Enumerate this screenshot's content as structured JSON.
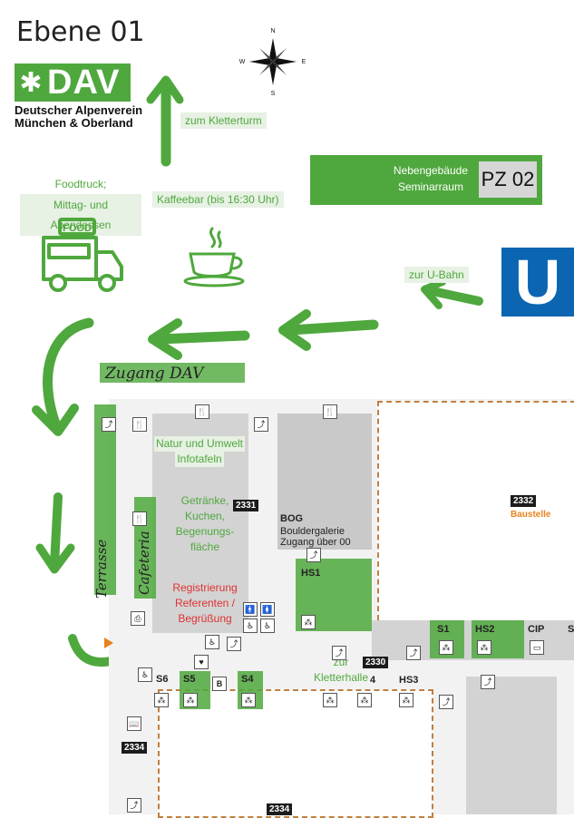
{
  "title": "Ebene 01",
  "dav": {
    "logo_mark": "✱",
    "logo_word": "DAV",
    "line1": "Deutscher Alpenverein",
    "line2": "München & Oberland"
  },
  "compass": {
    "n": "N",
    "s": "S",
    "e": "E",
    "w": "W"
  },
  "labels": {
    "kletterturm": "zum Kletterturm",
    "foodtruck_line1": "Foodtruck;",
    "foodtruck_line2": "Mittag- und Abendessen",
    "kaffeebar": "Kaffeebar (bis 16:30 Uhr)",
    "food_sign": "FOOD",
    "ubahn_label": "zur U-Bahn",
    "ubahn_sign": "U",
    "pz_line1": "Nebengebäude",
    "pz_line2": "Seminarraum",
    "pz_code": "PZ 02"
  },
  "handwritten": {
    "zugang": "Zugang DAV",
    "terrasse": "Terrasse",
    "cafeteria": "Cafeteria"
  },
  "areas": {
    "natur1": "Natur und Umwelt",
    "natur2": "Infotafeln",
    "getraenke1": "Getränke,",
    "getraenke2": "Kuchen,",
    "getraenke3": "Begenungs-",
    "getraenke4": "fläche",
    "reg1": "Registrierung",
    "reg2": "Referenten /",
    "reg3": "Begrüßung",
    "zur1": "zur",
    "zur2": "Kletterhalle"
  },
  "rooms": {
    "r2331": "2331",
    "r2332": "2332",
    "baustelle": "Baustelle",
    "bog": "BOG",
    "bog_sub1": "Bouldergalerie",
    "bog_sub2": "Zugang über 00",
    "hs1": "HS1",
    "r2330": "2330",
    "s1": "S1",
    "hs2": "HS2",
    "cip": "CIP",
    "s_edge": "S",
    "s6": "S6",
    "s5": "S5",
    "s4": "S4",
    "four": "4",
    "hs3": "HS3",
    "b": "B",
    "r2334a": "2334",
    "r2334b": "2334"
  },
  "colors": {
    "green": "#4fa83d",
    "red": "#e03131",
    "blue": "#0b65b1",
    "orange": "#e8821e"
  }
}
